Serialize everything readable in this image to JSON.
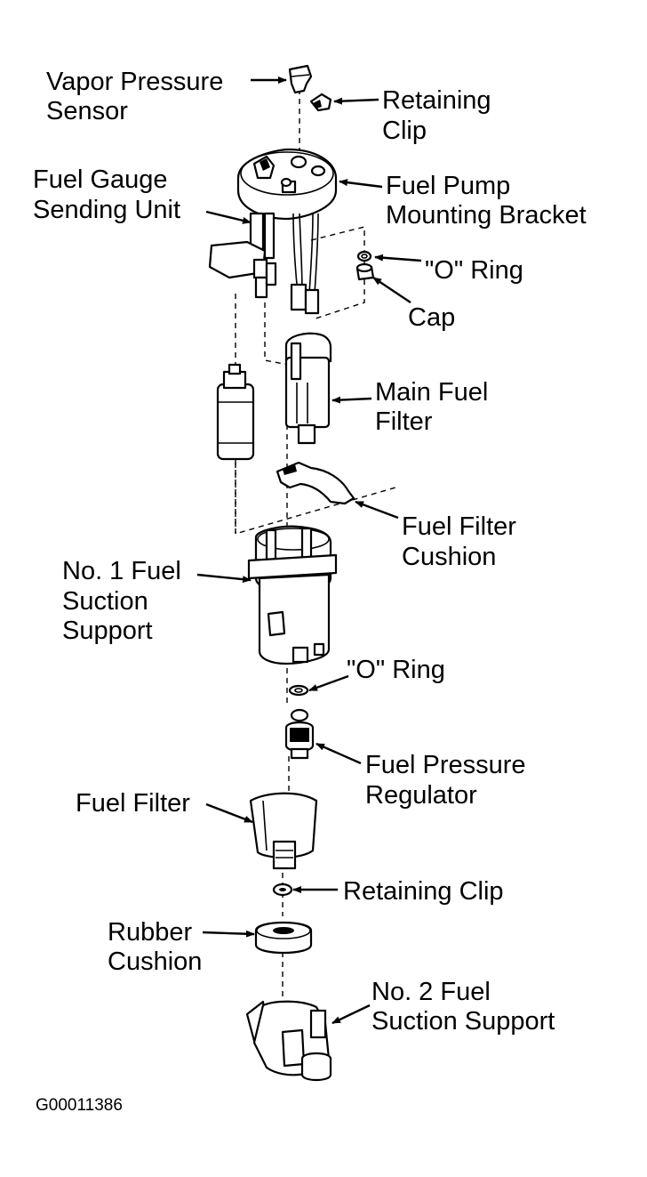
{
  "labels": {
    "vapor_sensor": [
      "Vapor Pressure",
      "Sensor"
    ],
    "retaining_clip_top": [
      "Retaining",
      "Clip"
    ],
    "fuel_gauge": [
      "Fuel Gauge",
      "Sending Unit"
    ],
    "pump_bracket": [
      "Fuel Pump",
      "Mounting Bracket"
    ],
    "o_ring_top": [
      "\"O\" Ring"
    ],
    "cap": [
      "Cap"
    ],
    "main_filter": [
      "Main Fuel",
      "Filter"
    ],
    "filter_cushion": [
      "Fuel Filter",
      "Cushion"
    ],
    "suction_support_1": [
      "No. 1 Fuel",
      "Suction",
      "Support"
    ],
    "o_ring_mid": [
      "\"O\" Ring"
    ],
    "pressure_regulator": [
      "Fuel Pressure",
      "Regulator"
    ],
    "fuel_filter": [
      "Fuel Filter"
    ],
    "retaining_clip_bottom": [
      "Retaining Clip"
    ],
    "rubber_cushion": [
      "Rubber",
      "Cushion"
    ],
    "suction_support_2": [
      "No. 2 Fuel",
      "Suction Support"
    ]
  },
  "figure_code": "G00011386"
}
